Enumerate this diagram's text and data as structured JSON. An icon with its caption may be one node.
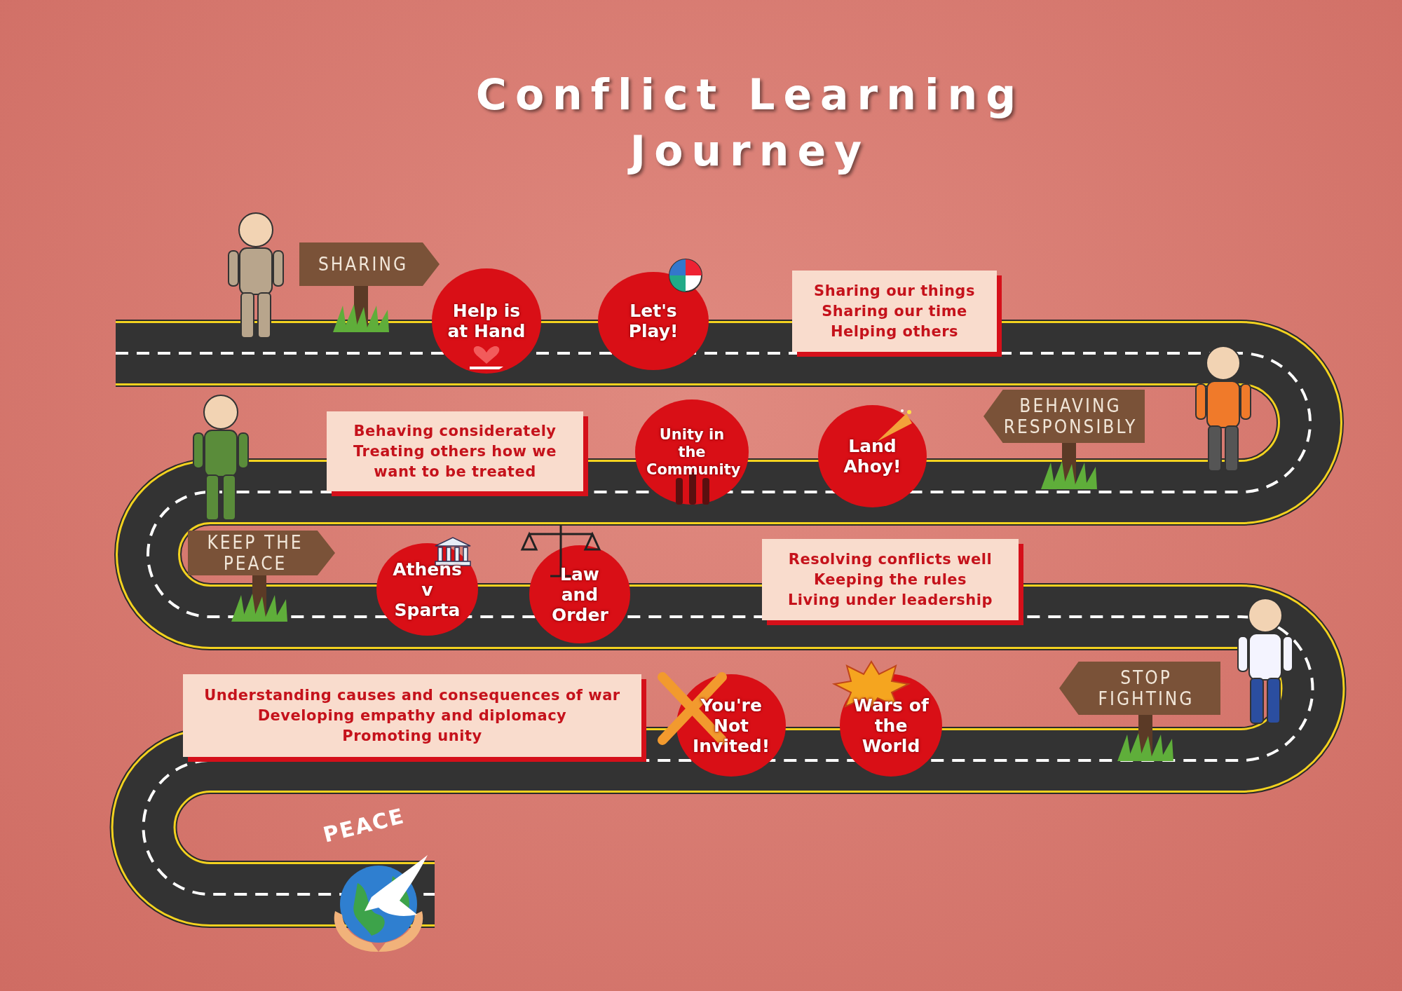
{
  "diagram": {
    "title": "Conflict Learning Journey",
    "nodes": [
      {
        "text": [
          "SHARING"
        ]
      },
      {
        "text": [
          "Help is at Hand"
        ]
      },
      {
        "text": [
          "Let's Play!"
        ]
      },
      {
        "text": [
          "Sharing our things",
          "Sharing our time",
          "Helping others"
        ]
      },
      {
        "text": [
          "BEHAVING RESPONSIBLY"
        ]
      },
      {
        "text": [
          "Behaving considerately",
          "Treating others how we want to be treated"
        ]
      },
      {
        "text": [
          "Unity in the Community"
        ]
      },
      {
        "text": [
          "Land Ahoy!"
        ]
      },
      {
        "text": [
          "KEEP THE PEACE"
        ]
      },
      {
        "text": [
          "Athens v Sparta"
        ]
      },
      {
        "text": [
          "Law and Order"
        ]
      },
      {
        "text": [
          "Resolving conflicts well",
          "Keeping the rules",
          "Living under leadership"
        ]
      },
      {
        "text": [
          "STOP FIGHTING"
        ]
      },
      {
        "text": [
          "Understanding causes and consequences of war",
          "Developing empathy and diplomacy",
          "Promoting unity"
        ]
      },
      {
        "text": [
          "You're Not Invited!"
        ]
      },
      {
        "text": [
          "Wars of the World"
        ]
      },
      {
        "text": [
          "PEACE"
        ]
      }
    ],
    "edges": []
  }
}
